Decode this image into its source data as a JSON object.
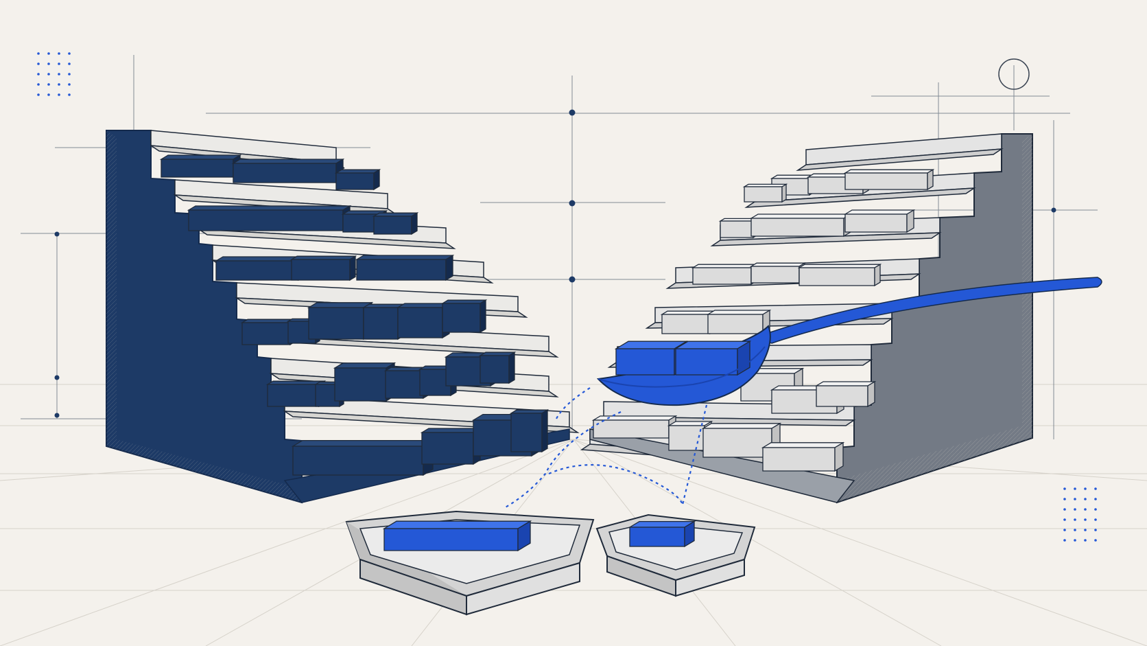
{
  "palette": {
    "background": "#f4f1ec",
    "navy": "#1d3a66",
    "navy_dark": "#142a4d",
    "navy_side": "#2a4a7a",
    "bright_blue": "#2458d6",
    "bright_blue_light": "#3f73ea",
    "bright_blue_dark": "#1a44b0",
    "gray_step": "#e2e2e2",
    "gray_step_dark": "#c8c8c8",
    "gray_wall": "#737a85",
    "outline": "#1f2a3a",
    "guide": "#5c6878"
  },
  "elements": {
    "left_staircase": "navy-block-staircase",
    "right_staircase": "gray-block-staircase",
    "scoop": "blue-scoop-icon",
    "trays": "tray-icon",
    "decor": [
      "dot-grid",
      "circle-outline",
      "guide-lines"
    ]
  }
}
